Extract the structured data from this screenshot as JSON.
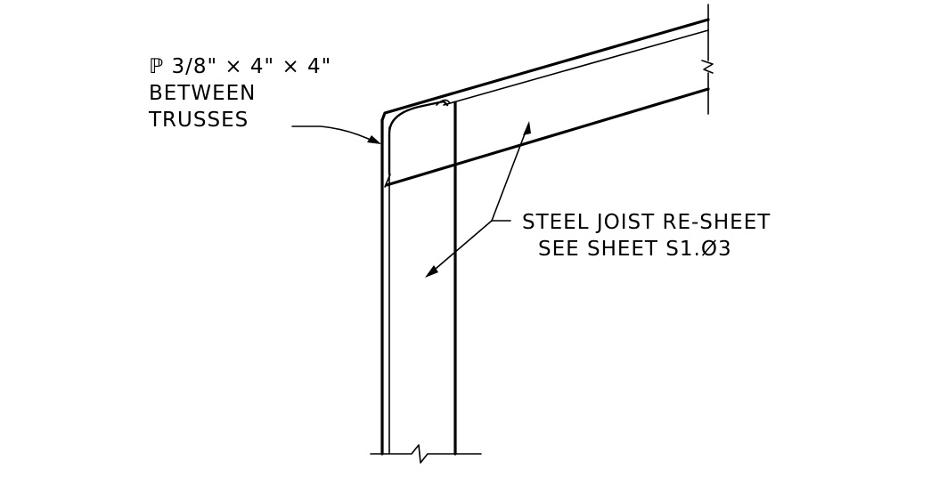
{
  "callout_plate": {
    "line1": "ℙ 3/8\" × 4\" × 4\"",
    "line2": "BETWEEN",
    "line3": "TRUSSES"
  },
  "callout_joist": {
    "line1": "STEEL JOIST RE-SHEET",
    "line2": "SEE SHEET S1.Ø3"
  },
  "colors": {
    "ink": "#000000",
    "paper": "#ffffff"
  }
}
